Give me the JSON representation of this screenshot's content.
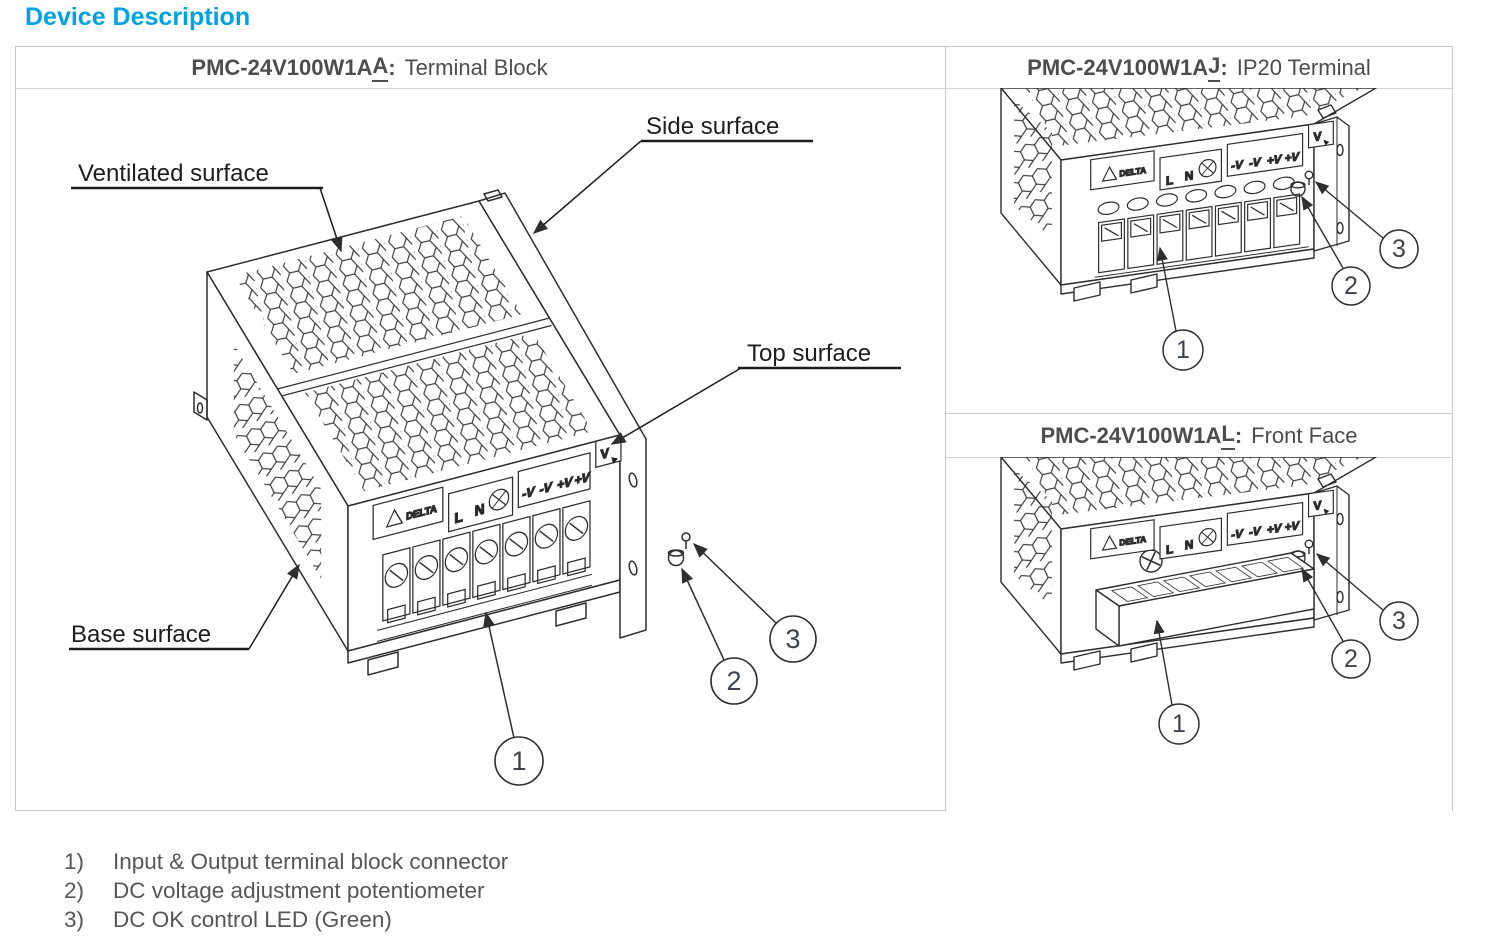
{
  "title": "Device Description",
  "colors": {
    "heading": "#00A3E1",
    "header_text": "#4d4d4d",
    "body_text": "#565656",
    "table_border": "#c9c9c9",
    "drawing_stroke": "#2e2e2e"
  },
  "panels": {
    "terminal_block": {
      "model_prefix": "PMC-24V100W1A",
      "model_suffix": "A",
      "separator": ":",
      "variant": "Terminal Block"
    },
    "ip20_terminal": {
      "model_prefix": "PMC-24V100W1A",
      "model_suffix": "J",
      "separator": ":",
      "variant": "IP20 Terminal"
    },
    "front_face": {
      "model_prefix": "PMC-24V100W1A",
      "model_suffix": "L",
      "separator": ":",
      "variant": "Front Face"
    }
  },
  "surface_labels": {
    "ventilated": "Ventilated surface",
    "side": "Side surface",
    "top": "Top surface",
    "base": "Base surface"
  },
  "device_markings": {
    "brand": "DELTA",
    "line": "L",
    "neutral": "N",
    "outputs": [
      "-V",
      "-V",
      "+V",
      "+V"
    ],
    "dc_ok": "V"
  },
  "callout_labels": {
    "c1": "1",
    "c2": "2",
    "c3": "3"
  },
  "footnotes": [
    {
      "num": "1)",
      "text": "Input & Output terminal block connector"
    },
    {
      "num": "2)",
      "text": "DC voltage adjustment potentiometer"
    },
    {
      "num": "3)",
      "text": "DC OK control LED (Green)"
    }
  ]
}
